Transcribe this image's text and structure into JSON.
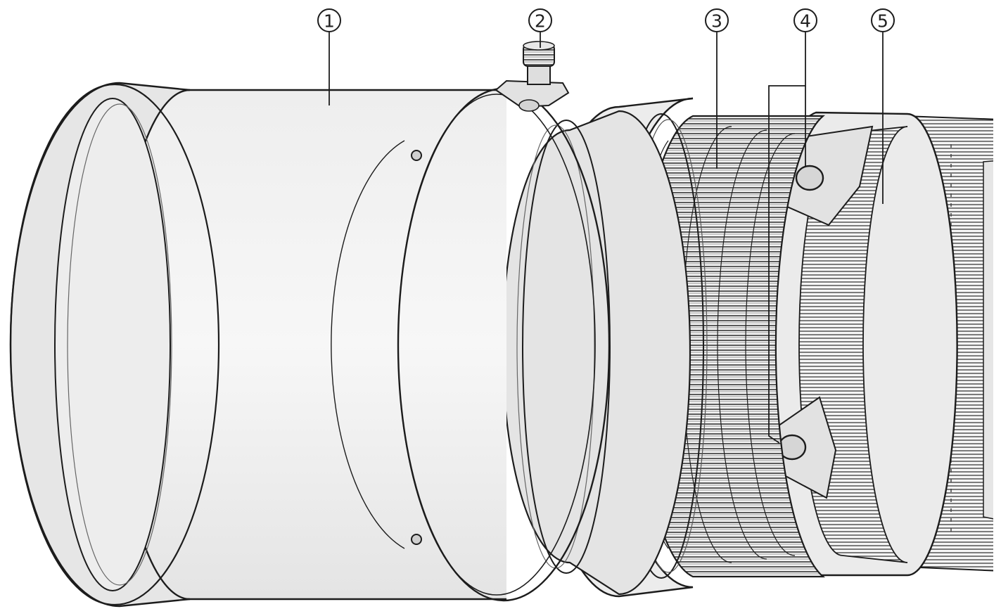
{
  "callouts": [
    {
      "id": "1",
      "label": "1"
    },
    {
      "id": "2",
      "label": "2"
    },
    {
      "id": "3",
      "label": "3"
    },
    {
      "id": "4",
      "label": "4"
    },
    {
      "id": "5",
      "label": "5"
    }
  ],
  "colors": {
    "ink": "#1c1c1c",
    "hood_fill": "#f3f3f3",
    "hood_shade": "#dcdcdc",
    "ring_fill": "#e9e9e9",
    "grip_line": "#3a3a3a",
    "background": "#ffffff"
  }
}
